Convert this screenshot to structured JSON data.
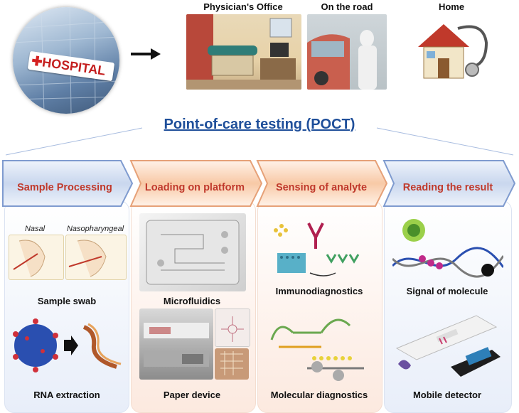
{
  "top": {
    "hospital_sign": "HOSPITAL",
    "locations": [
      "Physician's Office",
      "On the road",
      "Home"
    ]
  },
  "title": "Point-of-care testing (POCT)",
  "steps": [
    {
      "label": "Sample Processing",
      "items": [
        "Sample swab",
        "RNA extraction"
      ],
      "sub_labels": [
        "Nasal",
        "Nasopharyngeal"
      ]
    },
    {
      "label": "Loading on platform",
      "items": [
        "Microfluidics",
        "Paper device"
      ]
    },
    {
      "label": "Sensing of analyte",
      "items": [
        "Immunodiagnostics",
        "Molecular diagnostics"
      ]
    },
    {
      "label": "Reading the result",
      "items": [
        "Signal of molecule",
        "Mobile detector"
      ]
    }
  ],
  "colors": {
    "blue_step": "#2f5f9e",
    "orange_step": "#c0392b",
    "title": "#1f4f9a"
  }
}
